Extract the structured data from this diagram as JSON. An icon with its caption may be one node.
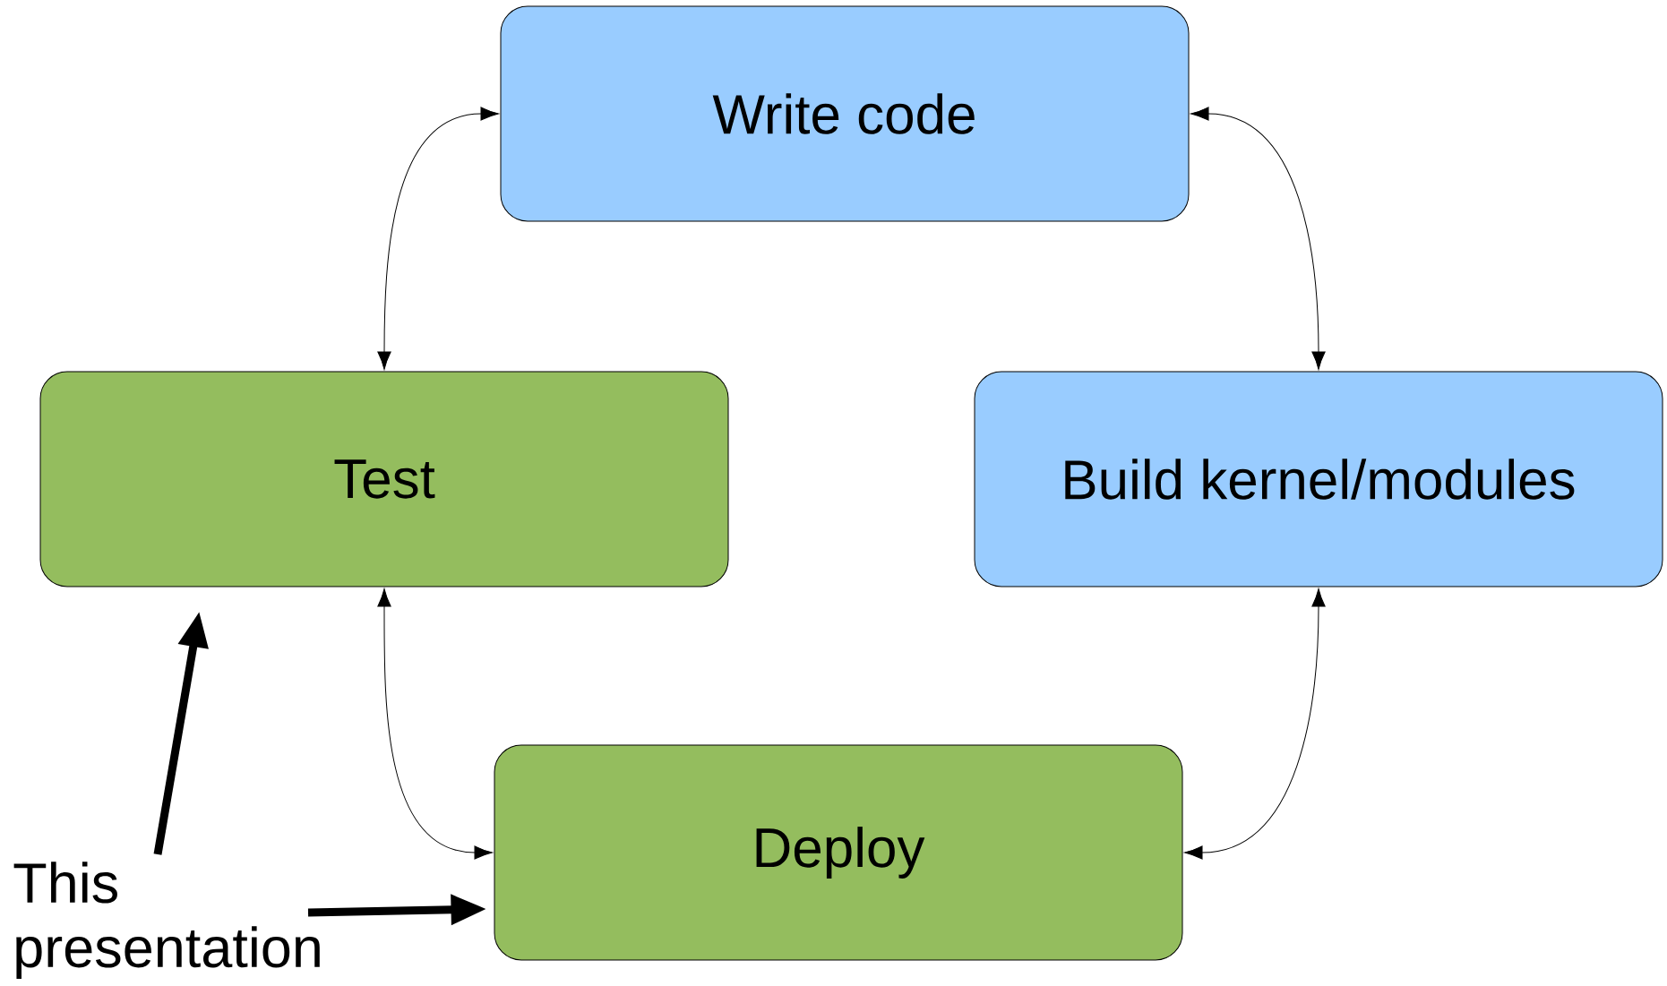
{
  "diagram": {
    "nodes": [
      {
        "text": [
          "Write code"
        ]
      },
      {
        "text": [
          "Test"
        ]
      },
      {
        "text": [
          "Build kernel/modules"
        ]
      },
      {
        "text": [
          "Deploy"
        ]
      },
      {
        "text": [
          "This presentation"
        ]
      }
    ],
    "edges": [
      {
        "from": 0,
        "to": 1,
        "arrow": "both"
      },
      {
        "from": 0,
        "to": 2,
        "arrow": "both"
      },
      {
        "from": 1,
        "to": 3,
        "arrow": "both"
      },
      {
        "from": 2,
        "to": 3,
        "arrow": "both"
      },
      {
        "from": 4,
        "to": 1,
        "arrow": "to",
        "style": "thick"
      },
      {
        "from": 4,
        "to": 3,
        "arrow": "to",
        "style": "thick"
      }
    ]
  }
}
